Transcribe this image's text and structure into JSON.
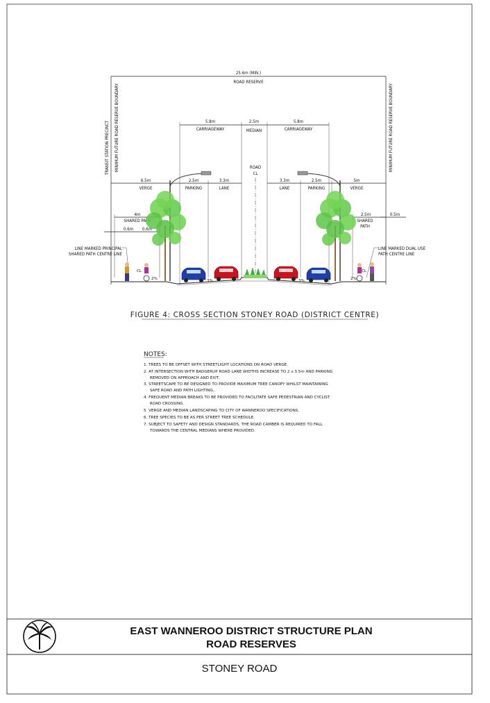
{
  "dimensions": {
    "total": "25.6m (MIN.)",
    "total_label": "ROAD RESERVE",
    "left_carriageway": "5.8m",
    "left_carriageway_label": "CARRIAGEWAY",
    "median": "2.5m",
    "median_label": "MEDIAN",
    "right_carriageway": "5.8m",
    "right_carriageway_label": "CARRIAGEWAY",
    "left_verge": "6.5m",
    "left_verge_label": "VERGE",
    "left_parking": "2.5m",
    "left_parking_label": "PARKING",
    "left_lane": "3.3m",
    "left_lane_label": "LANE",
    "right_lane": "3.3m",
    "right_lane_label": "LANE",
    "right_parking": "2.5m",
    "right_parking_label": "PARKING",
    "right_verge": "5m",
    "right_verge_label": "VERGE",
    "left_path": "4m",
    "left_path_label": "SHARED PATH",
    "left_offset_a": "0.6m",
    "left_offset_b": "0.6m",
    "right_path": "2.5m",
    "right_path_label_1": "SHARED",
    "right_path_label_2": "PATH",
    "right_offset": "0.5m"
  },
  "labels": {
    "road_cl_1": "ROAD",
    "road_cl_2": "CL",
    "left_boundary_1": "TRANSIT STATION PRECINCT",
    "left_boundary_2": "MINIMUM FUTURE ROAD RESERVE BOUNDARY",
    "right_boundary": "MINIMUM FUTURE ROAD RESERVE BOUNDARY",
    "left_line_1": "LINE MARKED PRINCIPAL",
    "left_line_2": "SHARED PATH CENTRE LINE",
    "right_line_1": "LINE MARKED DUAL USE",
    "right_line_2": "PATH CENTRE LINE",
    "cl_left": "CL",
    "cl_right": "CL",
    "slope_1": "2%",
    "slope_2": "3%",
    "slope_3": "3%",
    "slope_4": "2%"
  },
  "figure_caption": "FIGURE 4: CROSS SECTION STONEY ROAD (DISTRICT CENTRE)",
  "notes": {
    "title": "NOTES:",
    "items": [
      "1.  TREES TO BE OFFSET WITH STREETLIGHT LOCATIONS ON ROAD VERGE.",
      "2.  AT INTERSECTION WITH BADGERUP ROAD LANE WIDTHS INCREASE TO 2 x 3.5m AND PARKING",
      "     REMOVED ON APPROACH AND EXIT.",
      "3.  STREETSCAPE TO BE DESIGNED TO PROVIDE MAXIMUM TREE CANOPY WHILST MAINTAINING",
      "     SAFE ROAD AND PATH LIGHTING..",
      "4.  FREQUENT MEDIAN BREAKS TO BE PROVIDED TO FACILITATE SAFE PEDESTRIAN AND CYCLIST",
      "     ROAD CROSSING.",
      "5.  VERGE AND MEDIAN LANDSCAPING TO CITY OF WANNEROO SPECIFICATIONS.",
      "6.  TREE SPECIES TO BE AS PER STREET TREE SCHEDULE.",
      "7.  SUBJECT TO SAFETY AND DESIGN STANDARDS, THE ROAD CAMBER IS REQUIRED TO FALL",
      "     TOWARDS THE CENTRAL MEDIANS WHERE PROVIDED."
    ]
  },
  "title_block": {
    "line1": "EAST WANNEROO DISTRICT STRUCTURE PLAN",
    "line2": "ROAD RESERVES",
    "road_name": "STONEY ROAD"
  },
  "colors": {
    "car_blue": "#1f3fa8",
    "car_red": "#c8141c",
    "tree_green": "#5fc94a",
    "median_green": "#37b53a"
  }
}
